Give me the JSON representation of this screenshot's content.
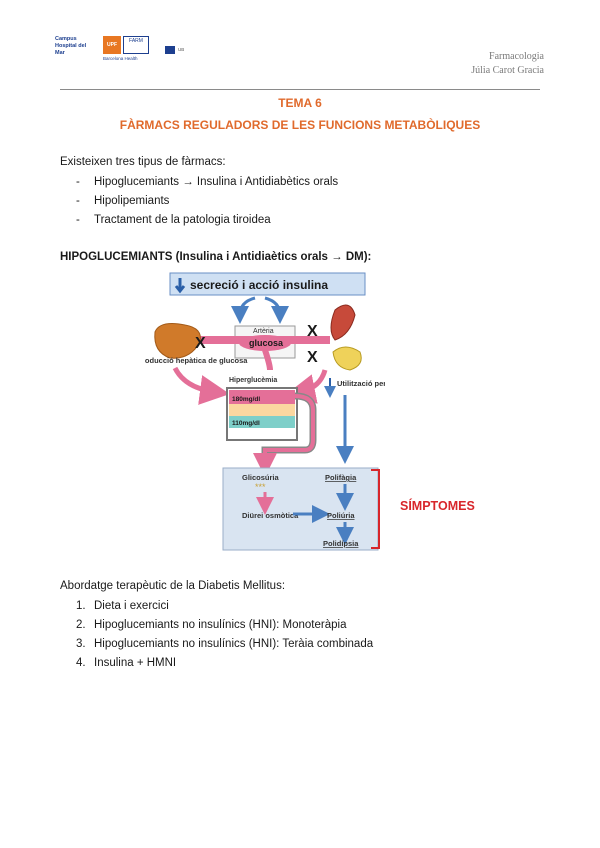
{
  "header": {
    "logo1_text": "Campus Hospital del Mar",
    "logo2_tag": "UPF",
    "logo2_box": "FARM",
    "logo2_sub": "Barcelona Health",
    "logo3_text": "UB",
    "subject": "Farmacologia",
    "author": "Júlia Carot Gracia"
  },
  "titles": {
    "tema": "TEMA 6",
    "subtitle": "FÀRMACS REGULADORS DE LES FUNCIONS METABÒLIQUES"
  },
  "intro": {
    "lead": "Existeixen tres tipus de fàrmacs:",
    "items": [
      "Hipoglucemiants → Insulina i Antidiabètics orals",
      "Hipolipemiants",
      "Tractament de la patologia tiroidea"
    ],
    "bullet": "-"
  },
  "section_heading": "HIPOGLUCEMIANTS (Insulina i Antidiaètics orals → DM):",
  "diagram": {
    "top_label": "secreció i acció insulina",
    "arteria": "Artèria",
    "glucosa": "glucosa",
    "left_label": "Producció hepàtica de glucosa",
    "right_label": "Utilització perifèrica de glucosa",
    "hyper": "Hiperglucèmia",
    "level_high": "180mg/dl",
    "level_low": "110mg/dl",
    "glucosuria": "Glicosúria",
    "stars": "***",
    "diuresi": "Diürei osmòtica",
    "polifagia": "Polifàgia",
    "poliuria": "Poliúria",
    "polidipsia": "Polidípsia",
    "x_mark": "X",
    "symptoms": "SÍMPTOMES"
  },
  "abordatge": {
    "lead": "Abordatge terapèutic de la Diabetis Mellitus:",
    "items": [
      "Dieta i exercici",
      "Hipoglucemiants no insulínics (HNI): Monoteràpia",
      "Hipoglucemiants no insulínics (HNI): Teràia combinada",
      "Insulina + HMNI"
    ]
  },
  "colors": {
    "accent": "#e06a2c",
    "symptom_red": "#d8262b",
    "arrow_blue": "#4a7fc1",
    "pink": "#e46f98"
  }
}
